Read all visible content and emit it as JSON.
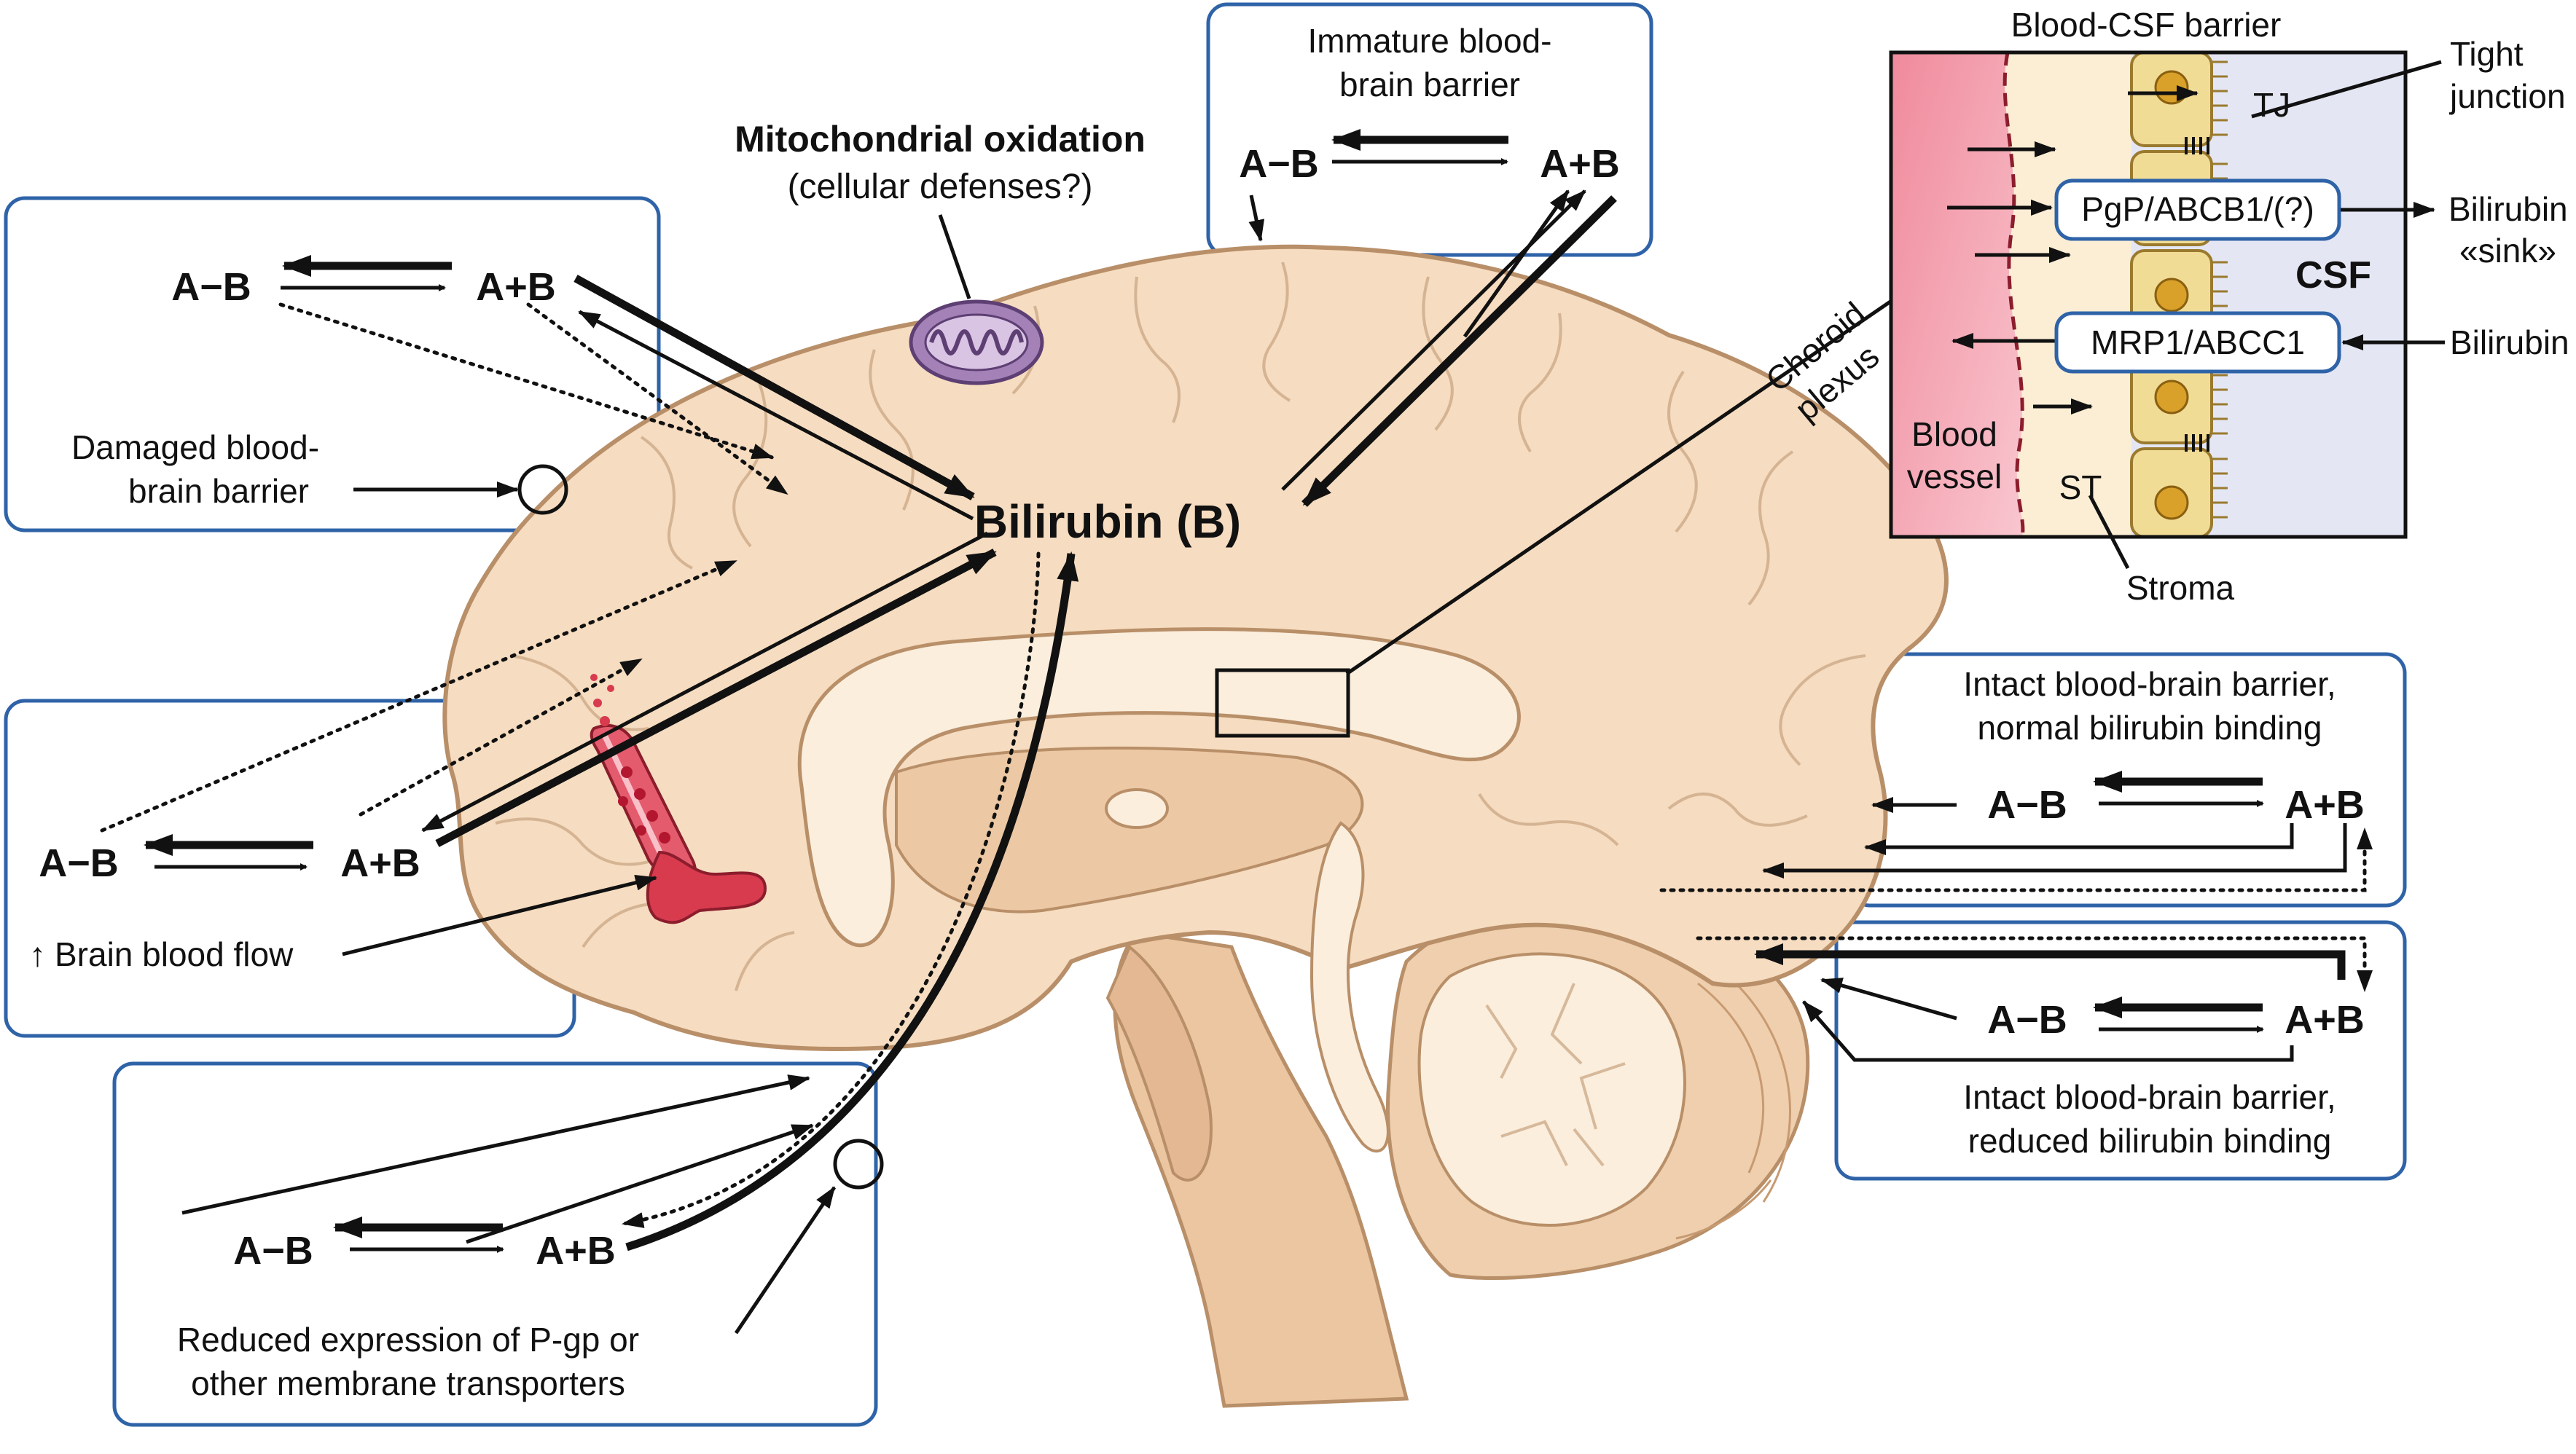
{
  "colors": {
    "box_border": "#2f63a8",
    "brain_fill": "#f6dcc0",
    "brain_outline": "#b88f68",
    "blood_vessel": "#f2a6b3",
    "csf_panel": "#e4e7f3",
    "cell_fill": "#f1dc96",
    "mitochondrion": "#a482b8",
    "blood_cell": "#d83a4e"
  },
  "center": {
    "bilirubin_label": "Bilirubin (B)"
  },
  "equation": {
    "complex": "A−B",
    "free": "A+B"
  },
  "top_center": {
    "title_bold": "Mitochondrial oxidation",
    "subtitle": "(cellular defenses?)",
    "icon": "mitochondrion-icon"
  },
  "immature_box": {
    "line1": "Immature blood-",
    "line2": "brain barrier"
  },
  "damaged_box": {
    "line1": "Damaged blood-",
    "line2": "brain barrier"
  },
  "flow_box": {
    "arrow": "↑",
    "label": "Brain blood flow"
  },
  "pgp_box": {
    "line1": "Reduced expression of P-gp or",
    "line2": "other membrane transporters"
  },
  "intact_normal_box": {
    "line1": "Intact blood-brain barrier,",
    "line2": "normal bilirubin binding"
  },
  "intact_reduced_box": {
    "line1": "Intact blood-brain barrier,",
    "line2": "reduced bilirubin binding"
  },
  "choroid_label": {
    "line1": "Choroid",
    "line2": "plexus"
  },
  "inset": {
    "title": "Blood-CSF barrier",
    "tight_junction": {
      "line1": "Tight",
      "line2": "junction"
    },
    "tj": "TJ",
    "pgp": "PgP/ABCB1/(?)",
    "mrp": "MRP1/ABCC1",
    "sink": {
      "line1": "Bilirubin",
      "line2": "«sink»"
    },
    "bilirubin": "Bilirubin",
    "csf": "CSF",
    "blood_vessel": {
      "line1": "Blood",
      "line2": "vessel"
    },
    "st": "ST",
    "stroma": "Stroma"
  }
}
